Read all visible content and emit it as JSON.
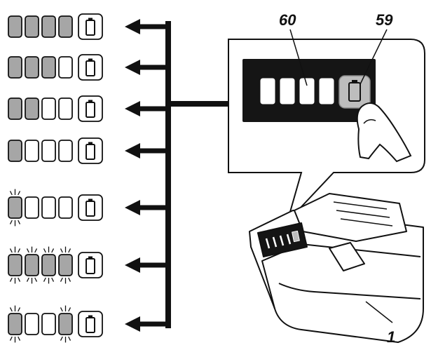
{
  "diagram": {
    "callouts": {
      "indicator_lamps": "60",
      "check_button": "59",
      "battery_cartridge": "1"
    },
    "states": [
      {
        "lamps": [
          "on",
          "on",
          "on",
          "on"
        ]
      },
      {
        "lamps": [
          "on",
          "on",
          "on",
          "off"
        ]
      },
      {
        "lamps": [
          "on",
          "on",
          "off",
          "off"
        ]
      },
      {
        "lamps": [
          "on",
          "off",
          "off",
          "off"
        ]
      },
      {
        "lamps": [
          "blink",
          "off",
          "off",
          "off"
        ]
      },
      {
        "lamps": [
          "blink",
          "blink",
          "blink",
          "blink"
        ]
      },
      {
        "lamps": [
          "blink",
          "off",
          "off",
          "blink"
        ]
      }
    ],
    "colors": {
      "lamp_on": "#a6a6a6",
      "lamp_off": "#ffffff",
      "outline": "#111111",
      "panel_dark": "#151515",
      "button_fill": "#bdbdbd"
    },
    "icons": {
      "battery": "battery-icon",
      "arrow": "arrow-left-icon",
      "finger": "finger-pressing-icon"
    }
  }
}
